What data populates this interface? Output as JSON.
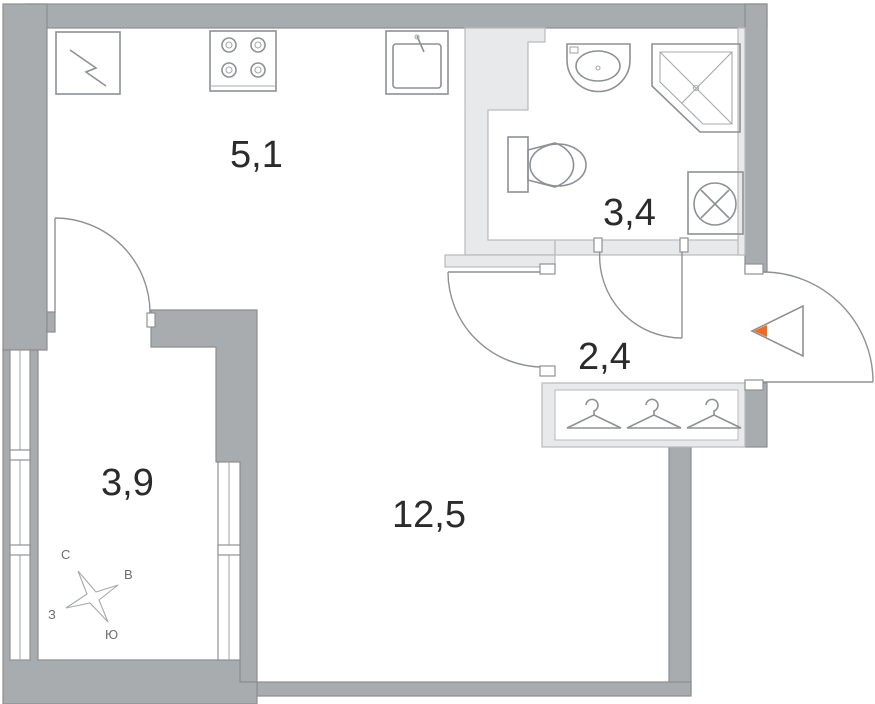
{
  "rooms": {
    "kitchen_area": "5,1",
    "bathroom_area": "3,4",
    "hall_area": "2,4",
    "balcony_area": "3,9",
    "living_area": "12,5"
  },
  "compass": {
    "north": "С",
    "east": "В",
    "south": "Ю",
    "west": "З"
  },
  "icons": {
    "kitchen": [
      "fridge-icon",
      "stove-icon",
      "sink-icon"
    ],
    "bathroom": [
      "washbasin-icon",
      "shower-icon",
      "toilet-icon",
      "washing-machine-icon"
    ],
    "hall": [
      "hanger-icon",
      "hanger-icon",
      "hanger-icon",
      "entrance-arrow-icon"
    ]
  },
  "colors": {
    "wall": "#a9acae",
    "wall_light": "#e8e9ea",
    "fixture": "#8e9194",
    "text": "#2b2b2b",
    "entrance_marker": "#f26a21"
  }
}
